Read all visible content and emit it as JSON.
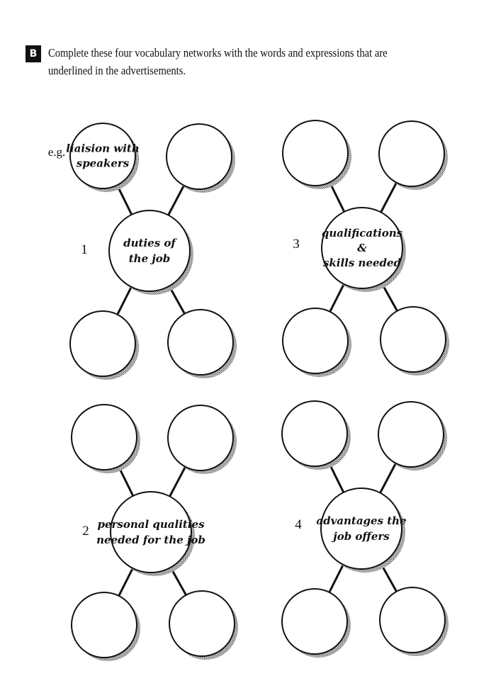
{
  "exercise": {
    "badge": "B",
    "instruction": "Complete these four vocabulary networks with the words and expressions that are underlined in the advertisements."
  },
  "example_label": "e.g.",
  "example_bubble": [
    "liaision with",
    "speakers"
  ],
  "networks": [
    {
      "number": "1",
      "center": [
        "duties of",
        "the job"
      ]
    },
    {
      "number": "2",
      "center": [
        "personal qualities",
        "needed for the job"
      ]
    },
    {
      "number": "3",
      "center": [
        "qualifications",
        "&",
        "skills needed"
      ]
    },
    {
      "number": "4",
      "center": [
        "advantages the",
        "job offers"
      ]
    }
  ]
}
